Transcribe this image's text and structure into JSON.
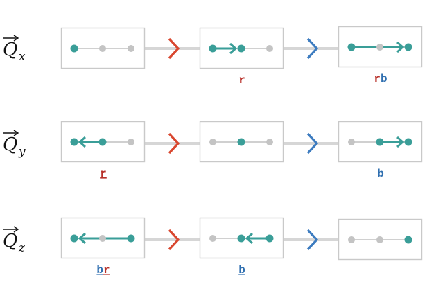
{
  "colors": {
    "teal": "#3a9e98",
    "gray": "#c4c4c4",
    "red": "#d9472f",
    "blue": "#3d7cc0",
    "box_stroke": "#c9c9c9",
    "red_text": "#b8312a",
    "blue_text": "#2f6fb0"
  },
  "rows": [
    {
      "symbol": "Q",
      "subscript": "x",
      "panels": [
        {
          "dots": [
            "teal",
            "gray",
            "gray"
          ],
          "arrow": null,
          "label": []
        },
        {
          "dots": [
            "teal",
            "teal",
            "gray"
          ],
          "arrow": {
            "from": 0,
            "to": 1
          },
          "label": [
            {
              "text": "r",
              "color": "red",
              "underline": false
            }
          ]
        },
        {
          "dots": [
            "teal",
            "gray",
            "teal"
          ],
          "arrow": {
            "from": 0,
            "to": 2
          },
          "label": [
            {
              "text": "r",
              "color": "red",
              "underline": false
            },
            {
              "text": "b",
              "color": "blue",
              "underline": false
            }
          ]
        }
      ],
      "connectors": [
        "red",
        "blue"
      ]
    },
    {
      "symbol": "Q",
      "subscript": "y",
      "panels": [
        {
          "dots": [
            "teal",
            "teal",
            "gray"
          ],
          "arrow": {
            "from": 1,
            "to": 0
          },
          "label": [
            {
              "text": "r",
              "color": "red",
              "underline": true
            }
          ]
        },
        {
          "dots": [
            "gray",
            "teal",
            "gray"
          ],
          "arrow": null,
          "label": []
        },
        {
          "dots": [
            "gray",
            "teal",
            "teal"
          ],
          "arrow": {
            "from": 1,
            "to": 2
          },
          "label": [
            {
              "text": "b",
              "color": "blue",
              "underline": false
            }
          ]
        }
      ],
      "connectors": [
        "red",
        "blue"
      ]
    },
    {
      "symbol": "Q",
      "subscript": "z",
      "panels": [
        {
          "dots": [
            "teal",
            "gray",
            "teal"
          ],
          "arrow": {
            "from": 2,
            "to": 0
          },
          "label": [
            {
              "text": "b",
              "color": "blue",
              "underline": true
            },
            {
              "text": "r",
              "color": "red",
              "underline": true
            }
          ]
        },
        {
          "dots": [
            "gray",
            "teal",
            "teal"
          ],
          "arrow": {
            "from": 2,
            "to": 1
          },
          "label": [
            {
              "text": "b",
              "color": "blue",
              "underline": true
            }
          ]
        },
        {
          "dots": [
            "gray",
            "gray",
            "teal"
          ],
          "arrow": null,
          "label": []
        }
      ],
      "connectors": [
        "red",
        "blue"
      ]
    }
  ]
}
